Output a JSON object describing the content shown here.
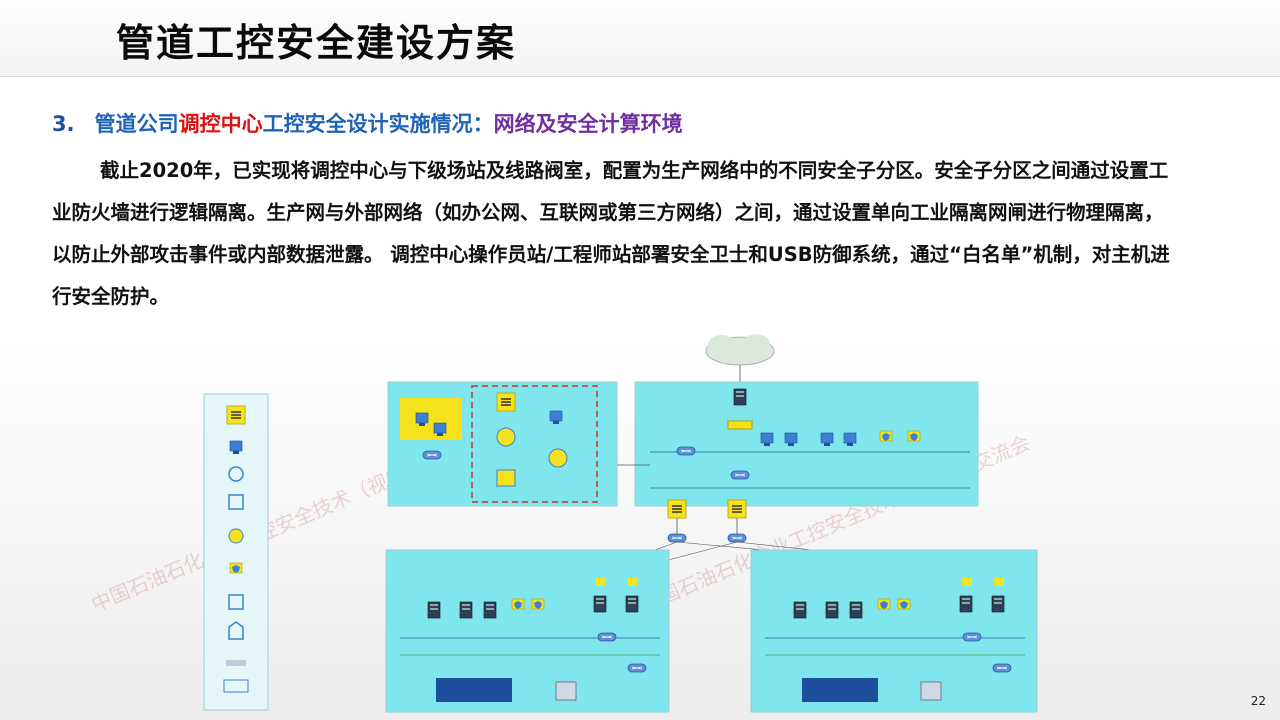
{
  "slide": {
    "title": "管道工控安全建设方案",
    "page_number": "22"
  },
  "subhead": {
    "number": "3.",
    "part1": "管道公司",
    "part2_red": "调控中心",
    "part3": "工控安全设计实施情况：",
    "part4_purple": "网络及安全计算环境"
  },
  "body": {
    "text": "截止2020年，已实现将调控中心与下级场站及线路阀室，配置为生产网络中的不同安全子分区。安全子分区之间通过设置工业防火墙进行逻辑隔离。生产网与外部网络（如办公网、互联网或第三方网络）之间，通过设置单向工业隔离网闸进行物理隔离，以防止外部攻击事件或内部数据泄露。 调控中心操作员站/工程师站部署安全卫士和USB防御系统，通过“白名单”机制，对主机进行安全防护。"
  },
  "watermark": {
    "text": "中国石油石化企业工控安全技术（视频）交流会"
  },
  "colors": {
    "title": "#0a0a0a",
    "blue_text": "#1f63b7",
    "red_text": "#e01010",
    "purple_text": "#7030a0",
    "zone_fill": "#7fe6ee",
    "zone_border": "#9ad0d8",
    "zone_dashed": "#c0392b",
    "legend_fill": "#e4f6f8",
    "firewall_yellow": "#f5e21b"
  },
  "icons": {
    "cloud": "cloud-icon",
    "firewall": "firewall-icon",
    "switch": "network-switch-icon",
    "server": "server-icon",
    "workstation": "workstation-icon",
    "monitor": "monitor-icon",
    "shield": "shield-icon"
  }
}
